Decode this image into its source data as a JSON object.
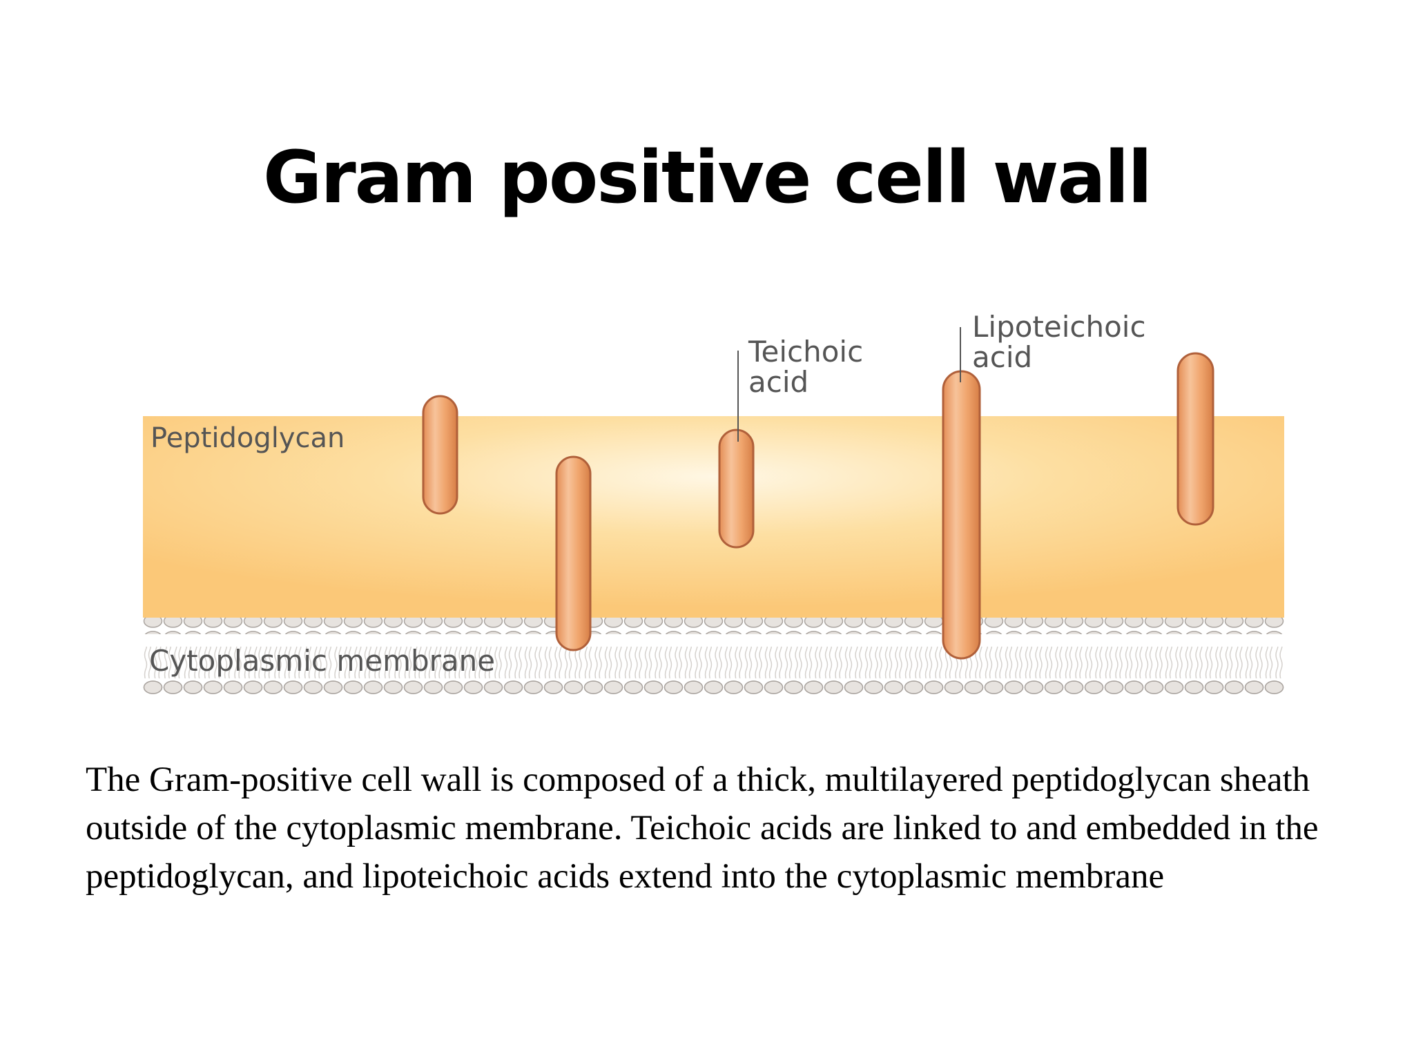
{
  "slide": {
    "title": "Gram positive cell wall",
    "caption": "The Gram-positive cell wall is composed of a thick, multilayered peptidoglycan sheath outside of the cytoplasmic membrane. Teichoic acids are linked to and embedded in the peptidoglycan, and lipoteichoic acids extend into the cytoplasmic membrane"
  },
  "diagram": {
    "labels": {
      "peptidoglycan": "Peptidoglycan",
      "cytoplasmic_membrane": "Cytoplasmic membrane",
      "teichoic_line1": "Teichoic",
      "teichoic_line2": "acid",
      "lipoteichoic_line1": "Lipoteichoic",
      "lipoteichoic_line2": "acid"
    },
    "colors": {
      "peptidoglycan_outer": "#fbcc7c",
      "peptidoglycan_center": "#fff6df",
      "rod_fill": "#f0a66f",
      "rod_stroke": "#b5643a",
      "lipid_head": "#d9d6d2"
    }
  }
}
